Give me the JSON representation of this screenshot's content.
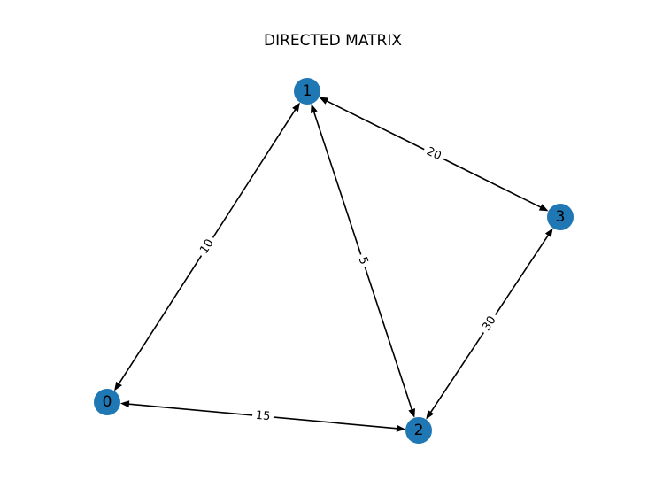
{
  "title": "DIRECTED MATRIX",
  "node_color": "#1f77b4",
  "edge_color": "#000000",
  "nodes": [
    {
      "id": "0",
      "label": "0"
    },
    {
      "id": "1",
      "label": "1"
    },
    {
      "id": "2",
      "label": "2"
    },
    {
      "id": "3",
      "label": "3"
    }
  ],
  "edges": [
    {
      "source": "0",
      "target": "1",
      "weight": "10",
      "bidirectional": true
    },
    {
      "source": "1",
      "target": "2",
      "weight": "5",
      "bidirectional": true
    },
    {
      "source": "1",
      "target": "3",
      "weight": "20",
      "bidirectional": true
    },
    {
      "source": "0",
      "target": "2",
      "weight": "15",
      "bidirectional": true
    },
    {
      "source": "2",
      "target": "3",
      "weight": "30",
      "bidirectional": true
    }
  ]
}
